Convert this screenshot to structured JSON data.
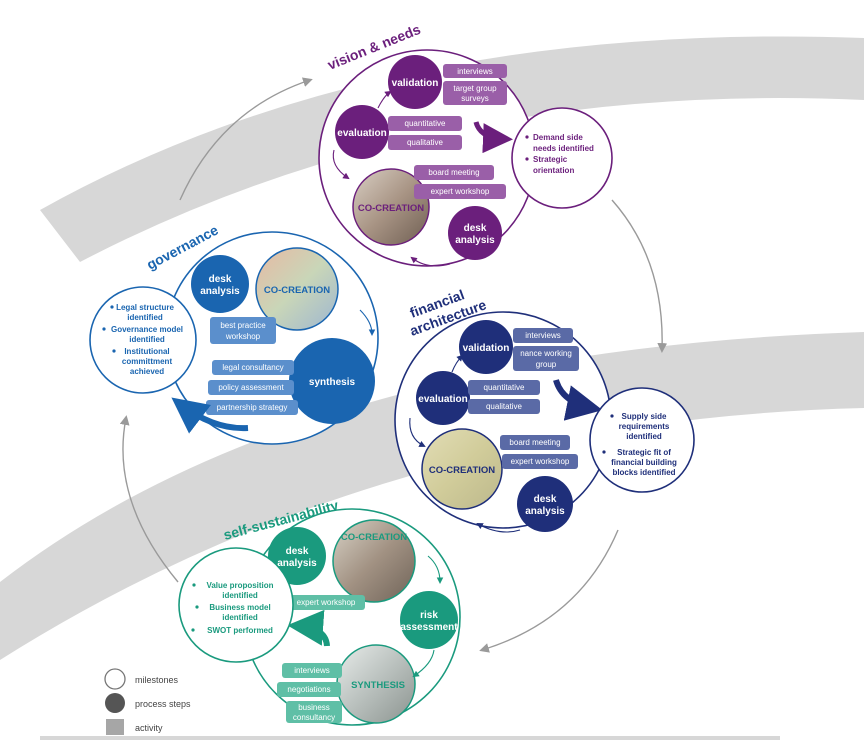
{
  "colors": {
    "vision": "#6b1f7c",
    "vision_pill": "#9a5fa8",
    "governance": "#1a65b0",
    "governance_pill": "#5b8fcc",
    "financial": "#1f2f7a",
    "financial_pill": "#5a6aa6",
    "selfsustain": "#1a9a7e",
    "selfsustain_pill": "#5fbfa6",
    "band": "#d7d7d7",
    "arrow": "#9a9a9a"
  },
  "vision": {
    "title": "vision & needs",
    "validation": "validation",
    "evaluation": "evaluation",
    "desk_1": "desk",
    "desk_2": "analysis",
    "cocreation": "CO-CREATION",
    "pill_interviews": "interviews",
    "pill_target_1": "target group",
    "pill_target_2": "surveys",
    "pill_quantitative": "quantitative",
    "pill_qualitative": "qualitative",
    "pill_board": "board meeting",
    "pill_expert": "expert workshop",
    "m1_1": "Demand side",
    "m1_2": "needs identified",
    "m2_1": "Strategic",
    "m2_2": "orientation"
  },
  "governance": {
    "title": "governance",
    "desk_1": "desk",
    "desk_2": "analysis",
    "cocreation": "CO-CREATION",
    "synthesis": "synthesis",
    "pill_best_1": "best practice",
    "pill_best_2": "workshop",
    "pill_legal": "legal consultancy",
    "pill_policy": "policy assessment",
    "pill_partner": "partnership strategy",
    "m1_1": "Legal structure",
    "m1_2": "identified",
    "m2_1": "Governance model",
    "m2_2": "identified",
    "m3_1": "Institutional",
    "m3_2": "committment",
    "m3_3": "achieved"
  },
  "financial": {
    "title_1": "financial",
    "title_2": "architecture",
    "validation": "validation",
    "evaluation": "evaluation",
    "desk_1": "desk",
    "desk_2": "analysis",
    "cocreation": "CO-CREATION",
    "pill_interviews": "interviews",
    "pill_fin_1": "nance working",
    "pill_fin_2": "group",
    "pill_quantitative": "quantitative",
    "pill_qualitative": "qualitative",
    "pill_board": "board meeting",
    "pill_expert": "expert workshop",
    "m1_1": "Supply side",
    "m1_2": "requirements",
    "m1_3": "identified",
    "m2_1": "Strategic fit of",
    "m2_2": "financial building",
    "m2_3": "blocks identified"
  },
  "selfsustain": {
    "title": "self-sustainability",
    "desk_1": "desk",
    "desk_2": "analysis",
    "cocreation": "CO-CREATION",
    "risk_1": "risk",
    "risk_2": "assessment",
    "synthesis": "SYNTHESIS",
    "pill_expert": "expert workshop",
    "pill_interviews": "interviews",
    "pill_negotiations": "negotiations",
    "pill_business_1": "business",
    "pill_business_2": "consultancy",
    "m1_1": "Value proposition",
    "m1_2": "identified",
    "m2_1": "Business model",
    "m2_2": "identified",
    "m3_1": "SWOT performed"
  },
  "legend": {
    "milestones": "milestones",
    "process_steps": "process steps",
    "activity": "activity"
  }
}
